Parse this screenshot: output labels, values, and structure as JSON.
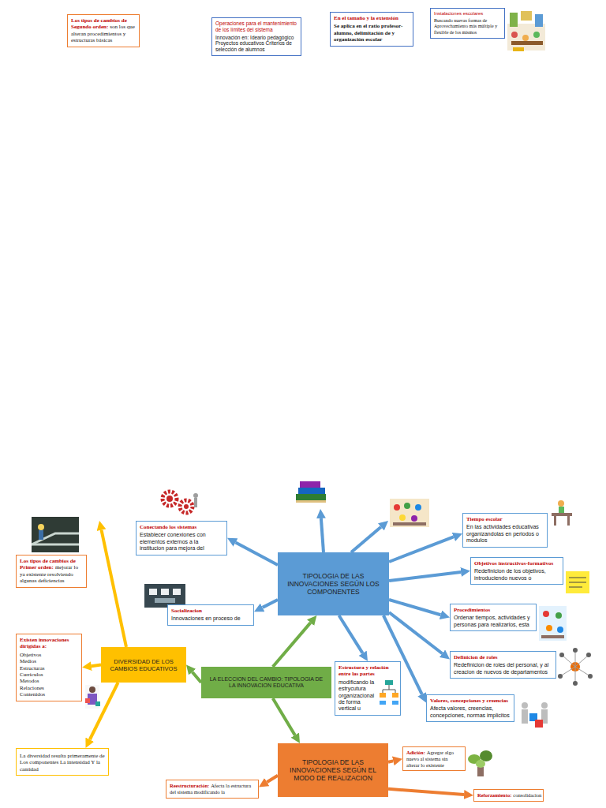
{
  "diagram": {
    "nodes": [
      {
        "text": [
          "Los tipos de cambios de Segundo orden:",
          "son los que alteran procedimientos y estructuras básicas"
        ]
      },
      {
        "text": [
          "Operaciones para el mantenimiento de los límites del sistema",
          "Innovación en: Ideario pedagógico Proyectos educativos Criterios de selección de alumnos"
        ]
      },
      {
        "text": [
          "En el tamaño y la extensión",
          "Se aplica en el ratio profesor-alumno, delimitación de y organización escolar"
        ]
      },
      {
        "text": [
          "Instalaciones escolares",
          "Buscando nuevas formas de Aprovechamiento más múltiple y flexible de los mismos"
        ]
      },
      {
        "text": [
          "Tiempo escolar",
          "En las actividades educativas organizandolas en periodos o modulos"
        ]
      },
      {
        "text": [
          "Conectando los sistemas",
          "Establecer conexiones con elementos externos a la institucion para mejora del"
        ]
      },
      {
        "text": [
          "Los tipos de cambios de Primer orden:",
          "mejorar lo ya existente resolviendo algunas deficiencias"
        ]
      },
      {
        "text": [
          "TIPOLOGIA DE LAS INNOVACIONES SEGÚN LOS COMPONENTES"
        ]
      },
      {
        "text": [
          "Objetivos instructivos-formativos",
          "Redefinicion de los objetivos, introduciendo nuevos o"
        ]
      },
      {
        "text": [
          "Socializacion",
          "Innovaciones en proceso de"
        ]
      },
      {
        "text": [
          "Procedimientos",
          "Ordenar tiempos, actividades y personas para realizarlos, esta"
        ]
      },
      {
        "text": [
          "Existen innovaciones dirigidas a:",
          "Objetivos Medios Estructuras Curriculos Metodos Relaciones Contenidos"
        ]
      },
      {
        "text": [
          "DIVERSIDAD DE LOS CAMBIOS EDUCATIVOS"
        ]
      },
      {
        "text": [
          "Definicion de roles",
          "Redefinicion de roles del personal, y al creacion de nuevos de departamentos"
        ]
      },
      {
        "text": [
          "Estructura y relación entre las partes",
          "modificando la estrycutura organizacional de forma vertical u"
        ]
      },
      {
        "text": [
          "LA ELECCION DEL CAMBIO: TIPOLOGIA DE LA INNOVACION EDUCATIVA"
        ]
      },
      {
        "text": [
          "Valores, concepciones y creencias",
          "Afecta valores, creencias, concepciones, normas implicitos"
        ]
      },
      {
        "text": [
          "TIPOLOGIA DE LAS INNOVACIONES SEGÚN EL MODO DE REALIZACION"
        ]
      },
      {
        "text": [
          "La diversidad resulta primeramente de Los componentes La intensidad Y la cantidad"
        ]
      },
      {
        "text": [
          "Adición:",
          "Agregar algo nuevo al sistema sin alterar lo existente"
        ]
      },
      {
        "text": [
          "Reestructuración:",
          "Afecta la estructura del sistema modificando la"
        ]
      },
      {
        "text": [
          "Reforzamiento:",
          "consolidacion"
        ]
      }
    ],
    "edges": [
      {
        "from": 15,
        "to": 7,
        "arrow": "to"
      },
      {
        "from": 15,
        "to": 12,
        "arrow": "to"
      },
      {
        "from": 15,
        "to": 17,
        "arrow": "to"
      },
      {
        "from": 7,
        "to": 5,
        "arrow": "to"
      },
      {
        "from": 7,
        "to": 4,
        "arrow": "to"
      },
      {
        "from": 7,
        "to": 8,
        "arrow": "to"
      },
      {
        "from": 7,
        "to": 9,
        "arrow": "to"
      },
      {
        "from": 7,
        "to": 10,
        "arrow": "to"
      },
      {
        "from": 7,
        "to": 13,
        "arrow": "to"
      },
      {
        "from": 7,
        "to": 14,
        "arrow": "to"
      },
      {
        "from": 7,
        "to": 16,
        "arrow": "to"
      },
      {
        "from": 12,
        "to": 11,
        "arrow": "to"
      },
      {
        "from": 12,
        "to": 18,
        "arrow": "to"
      },
      {
        "from": 17,
        "to": 19,
        "arrow": "to"
      },
      {
        "from": 17,
        "to": 20,
        "arrow": "to"
      },
      {
        "from": 17,
        "to": 21,
        "arrow": "to"
      }
    ]
  }
}
